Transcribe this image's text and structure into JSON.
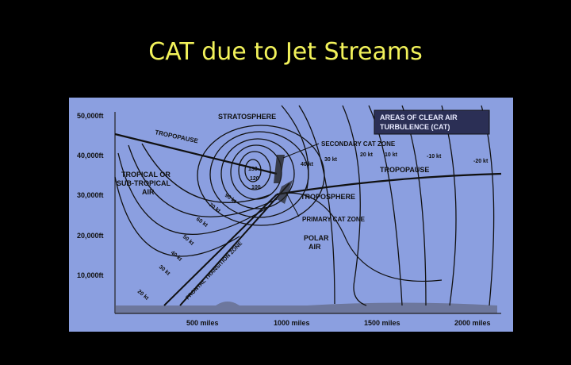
{
  "slide": {
    "title": "CAT due to Jet Streams"
  },
  "diagram": {
    "y_axis_labels": [
      "50,000ft",
      "40,000ft",
      "30,000ft",
      "20,000ft",
      "10,000ft"
    ],
    "x_axis_labels": [
      "500 miles",
      "1000 miles",
      "1500 miles",
      "2000 miles"
    ],
    "legend_box": [
      "AREAS OF CLEAR AIR",
      "TURBULENCE (CAT)"
    ],
    "regions": {
      "stratosphere": "STRATOSPHERE",
      "tropopause_left": "TROPOPAUSE",
      "tropopause_right": "TROPOPAUSE",
      "tropical_air": [
        "TROPICAL OR",
        "SUB-TROPICAL",
        "AIR"
      ],
      "troposphere": "TROPOSPHERE",
      "polar_air": [
        "POLAR",
        "AIR"
      ],
      "frontal_zone": "FRONTAL TRANSITION ZONE"
    },
    "annotations": {
      "secondary_cat_zone": "SECONDARY CAT ZONE",
      "primary_cat_zone": "PRIMARY CAT ZONE"
    },
    "isotach_labels": [
      "130",
      "120",
      "100",
      "90 kt",
      "70 kt",
      "60 kt",
      "50 kt",
      "40 kt",
      "30 kt",
      "20 kt",
      "40 kt",
      "30 kt",
      "20 kt",
      "10 kt",
      "-10 kt",
      "-20 kt"
    ],
    "colors": {
      "panel": "#8b9fe0",
      "title": "#f2f25a",
      "ink": "#111111",
      "background": "#000000"
    }
  }
}
